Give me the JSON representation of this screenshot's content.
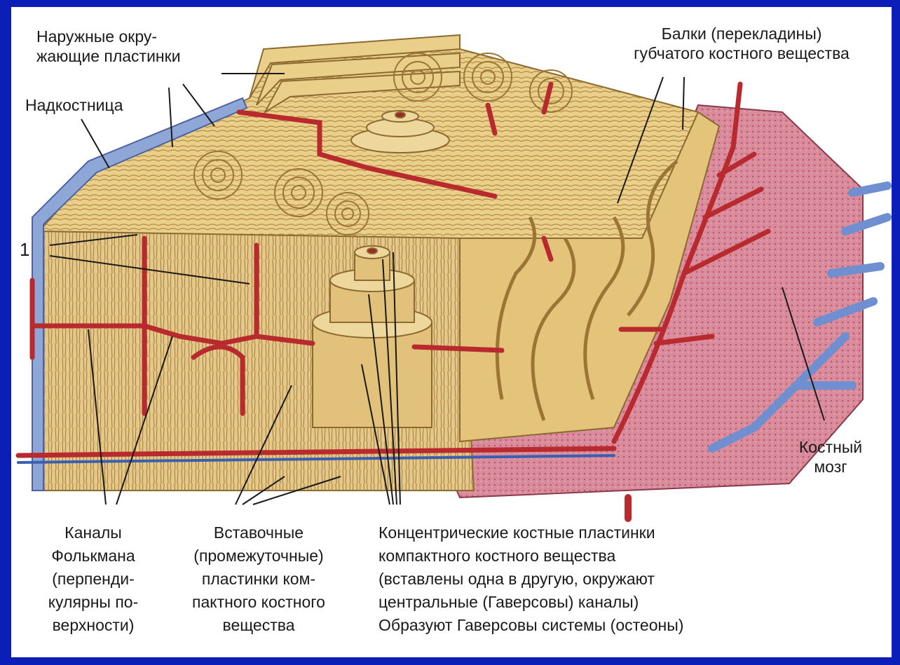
{
  "labels": {
    "outer_lamellae": "Наружные окру-\nжающие пластинки",
    "periosteum": "Надкостница",
    "trabeculae": "Балки (перекладины)\nгубчатого костного вещества",
    "marker_1": "1",
    "bone_marrow": "Костный\nмозг",
    "volkmann_canals": "Каналы\nФолькмана\n(перпенди-\nкулярны по-\nверхности)",
    "interstitial_lamellae": "Вставочные\n(промежуточные)\nпластинки ком-\nпактного костного\nвещества",
    "concentric_lamellae": "Концентрические костные пластинки\nкомпактного костного вещества\n(вставлены одна в другую, окружают\nцентральные (Гаверсовы) каналы)\nОбразуют Гаверсовы системы (остеоны)"
  },
  "colors": {
    "background": "#0b1fb8",
    "bone": "#e9cf8a",
    "bone_shadow": "#c9a35a",
    "vessel_red": "#b82a2e",
    "vein_blue": "#6f8fd0",
    "marrow": "#c9687d",
    "periosteum": "#8fa7d6"
  }
}
